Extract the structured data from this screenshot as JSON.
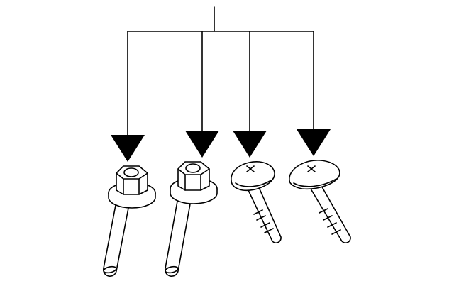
{
  "diagram": {
    "line_color": "#000000",
    "background_color": "#ffffff",
    "parts": [
      {
        "kind": "flange-hex-bolt"
      },
      {
        "kind": "flange-hex-bolt"
      },
      {
        "kind": "phillips-screw"
      },
      {
        "kind": "phillips-screw"
      }
    ]
  }
}
